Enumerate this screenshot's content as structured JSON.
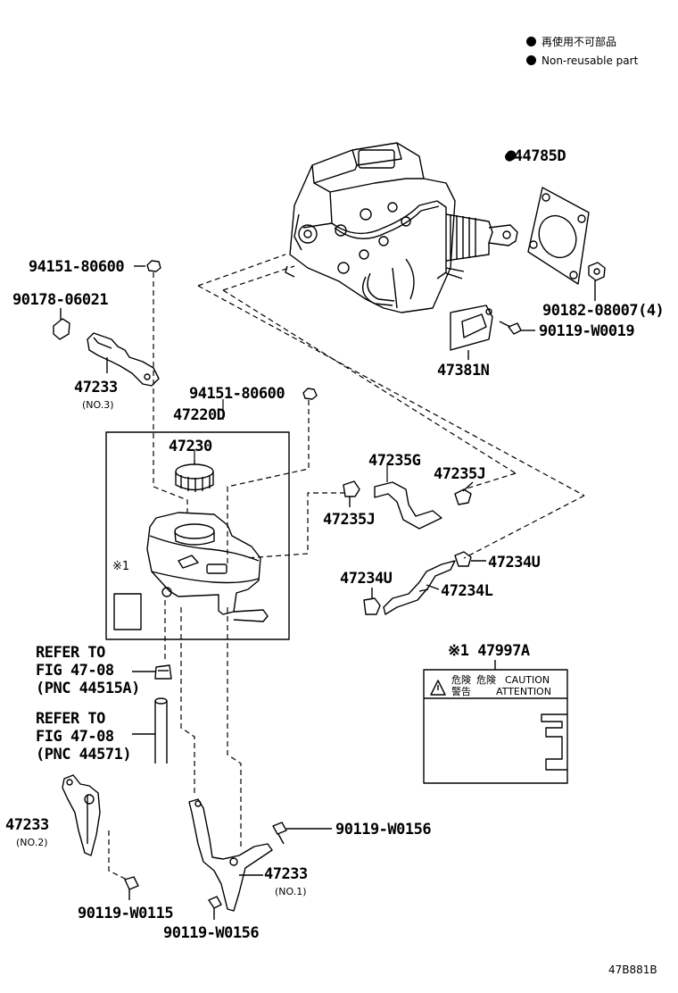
{
  "legend": [
    {
      "mark": "●",
      "text": "再使用不可部品"
    },
    {
      "mark": "●",
      "text": "Non-reusable part"
    }
  ],
  "parts": {
    "p44785D": "●44785D",
    "p90182": "90182-08007(4)",
    "p90119_w0019": "90119-W0019",
    "p47381N": "47381N",
    "p94151_a": "94151-80600",
    "p90178": "90178-06021",
    "p47233_no3": "47233",
    "no3": "(NO.3)",
    "p94151_b": "94151-80600",
    "p47220D": "47220D",
    "p47230": "47230",
    "note1": "※1",
    "p47235G": "47235G",
    "p47235J_a": "47235J",
    "p47235J_b": "47235J",
    "p47234U_a": "47234U",
    "p47234U_b": "47234U",
    "p47234L": "47234L",
    "p47997A": "※1 47997A",
    "refer1": [
      "REFER TO",
      "FIG 47-08",
      "(PNC 44515A)"
    ],
    "refer2": [
      "REFER TO",
      "FIG 47-08",
      "(PNC 44571)"
    ],
    "p47233_no2": "47233",
    "no2": "(NO.2)",
    "p90119_w0156_a": "90119-W0156",
    "p47233_no1": "47233",
    "no1": "(NO.1)",
    "p90119_w0115": "90119-W0115",
    "p90119_w0156_b": "90119-W0156"
  },
  "caution_label": {
    "jp1": "危険",
    "jp2": "警告",
    "jp3": "危険",
    "en1": "CAUTION",
    "en2": "ATTENTION"
  },
  "figure_code": "47B881B"
}
